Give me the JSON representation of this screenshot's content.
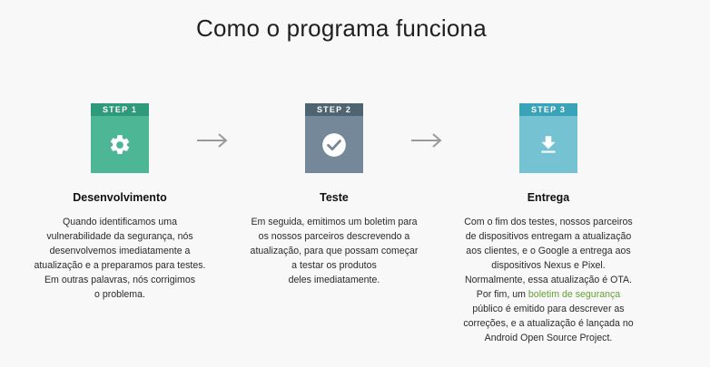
{
  "page": {
    "title": "Como o programa funciona"
  },
  "steps": [
    {
      "tag": "STEP 1",
      "icon": "gear-icon",
      "tag_color": "#2f9a7a",
      "box_color": "#4db694",
      "heading": "Desenvolvimento",
      "lines": [
        "Quando identificamos uma",
        "vulnerabilidade da segurança, nós",
        "desenvolvemos imediatamente a",
        "atualização e a preparamos para testes.",
        "Em outras palavras, nós corrigimos",
        "o problema."
      ]
    },
    {
      "tag": "STEP 2",
      "icon": "check-circle-icon",
      "tag_color": "#4e6470",
      "box_color": "#75889a",
      "heading": "Teste",
      "lines": [
        "Em seguida, emitimos um boletim para",
        "os nossos parceiros descrevendo a",
        "atualização, para que possam começar",
        "a testar os produtos",
        "deles imediatamente."
      ]
    },
    {
      "tag": "STEP 3",
      "icon": "download-icon",
      "tag_color": "#3aa3b7",
      "box_color": "#74c2d2",
      "heading": "Entrega",
      "lines": [
        "Com o fim dos testes, nossos parceiros",
        "de dispositivos entregam a atualização",
        "aos clientes, e o Google a entrega aos",
        "dispositivos Nexus e Pixel.",
        "Normalmente, essa atualização é OTA."
      ],
      "link_line": {
        "before": "Por fim, um ",
        "link": "boletim de segurança",
        "after": ""
      },
      "lines_after": [
        "público é emitido para descrever as",
        "correções, e a atualização é lançada no",
        "Android Open Source Project."
      ]
    }
  ],
  "arrows": [
    "arrow-right-icon",
    "arrow-right-icon"
  ],
  "colors": {
    "link": "#689f38",
    "arrow": "#9a9a9a",
    "background": "#f8f8f8"
  }
}
